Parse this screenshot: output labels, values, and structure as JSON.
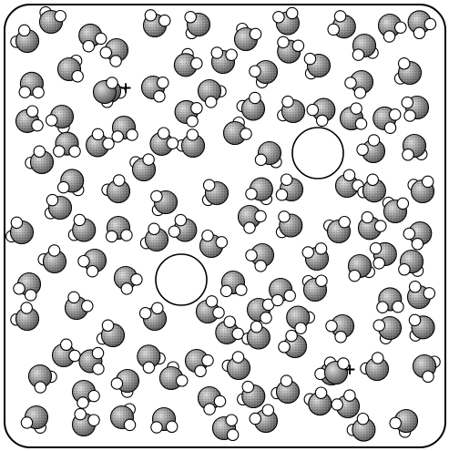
{
  "labels": {
    "ion_charge_1": "+",
    "ion_charge_2": "+"
  },
  "colors": {
    "frame": "#000000",
    "molecule_oxygen_light": "#dddddd",
    "molecule_oxygen_dark": "#4a4a4a",
    "hydrogen": "#ffffff",
    "cavity": "#ffffff"
  },
  "counts": {
    "water_molecules": 118,
    "ion_cavities": 2,
    "ions": 2
  }
}
